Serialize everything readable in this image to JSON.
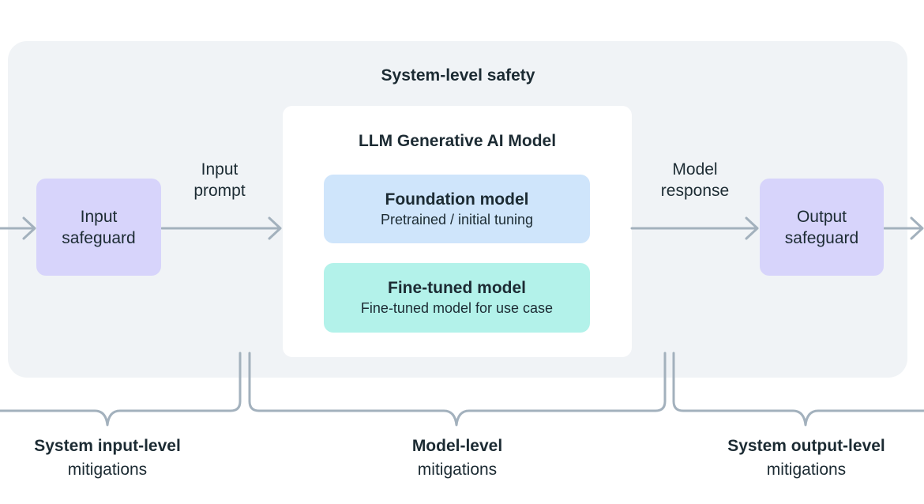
{
  "system_title": "System-level safety",
  "llm_title": "LLM Generative AI Model",
  "input_safeguard": "Input\nsafeguard",
  "output_safeguard": "Output\nsafeguard",
  "input_prompt_label": "Input\nprompt",
  "model_response_label": "Model\nresponse",
  "foundation_model": {
    "title": "Foundation model",
    "subtitle": "Pretrained / initial tuning",
    "color": "#cfe5fb"
  },
  "fine_tuned_model": {
    "title": "Fine-tuned model",
    "subtitle": "Fine-tuned model for use case",
    "color": "#b3f2ea"
  },
  "mitigations": [
    {
      "bold": "System input-level",
      "regular": "mitigations"
    },
    {
      "bold": "Model-level",
      "regular": "mitigations"
    },
    {
      "bold": "System output-level",
      "regular": "mitigations"
    }
  ],
  "colors": {
    "system_panel": "#f0f3f6",
    "safeguard": "#d7d4fb",
    "connector": "#a3b1bd",
    "text": "#1c2b33"
  }
}
